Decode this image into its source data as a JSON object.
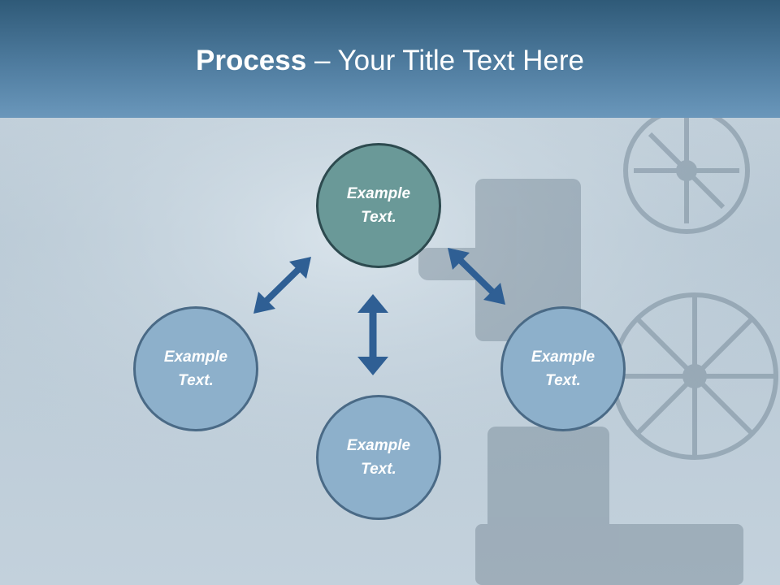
{
  "title": {
    "bold": "Process",
    "rest": " – Your Title Text Here"
  },
  "nodes": [
    {
      "id": "top",
      "line1": "Example",
      "line2": "Text."
    },
    {
      "id": "left",
      "line1": "Example",
      "line2": "Text."
    },
    {
      "id": "right",
      "line1": "Example",
      "line2": "Text."
    },
    {
      "id": "bottom",
      "line1": "Example",
      "line2": "Text."
    }
  ],
  "colors": {
    "title_bar": "#3b6a8f",
    "center_node": "#6a9998",
    "outer_node": "#8db0cb",
    "arrow": "#2f5f94"
  }
}
